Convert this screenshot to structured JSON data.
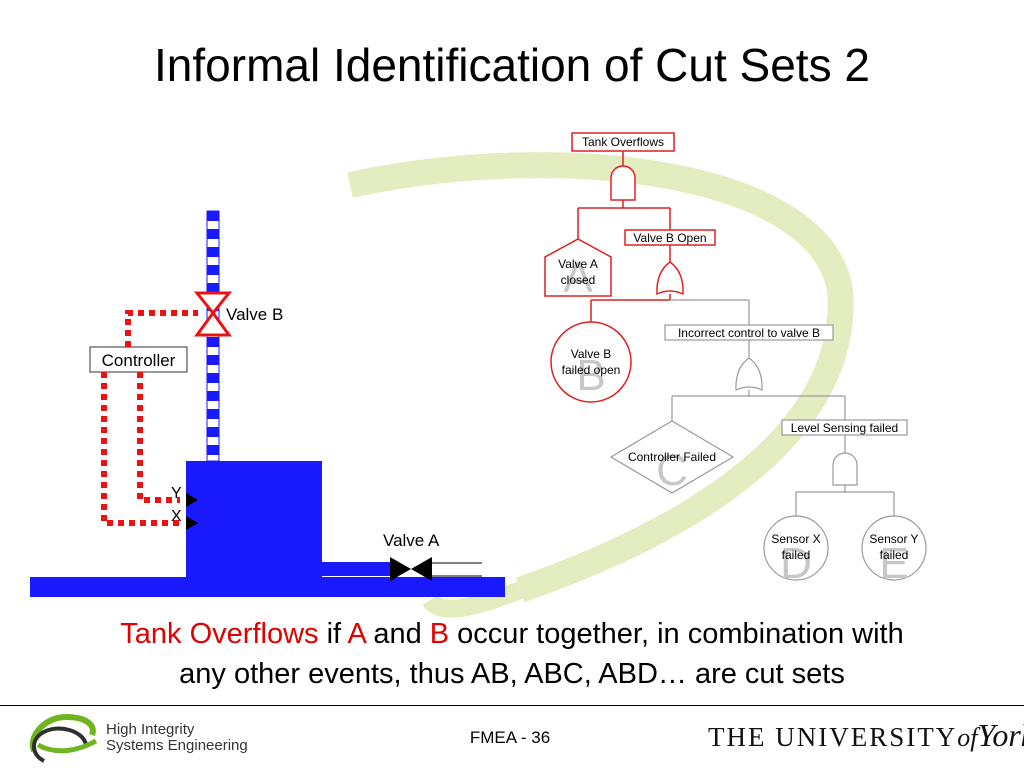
{
  "slide": {
    "title": "Informal Identification of Cut Sets 2",
    "caption": {
      "event": "Tank Overflows",
      "w1": " if ",
      "a": "A",
      "w2": " and ",
      "b": "B",
      "w3": " occur together, in combination with",
      "line2": "any other events, thus AB, ABC, ABD… are cut sets"
    },
    "page_number": "FMEA - 36"
  },
  "schematic": {
    "controller": "Controller",
    "valve_b": "Valve B",
    "valve_a": "Valve A",
    "sensor_y": "Y",
    "sensor_x": "X"
  },
  "fault_tree": {
    "top_event": "Tank Overflows",
    "valve_b_open": "Valve B Open",
    "valve_a_closed_1": "Valve A",
    "valve_a_closed_2": "closed",
    "valve_a_letter": "A",
    "valve_b_failed_1": "Valve B",
    "valve_b_failed_2": "failed open",
    "valve_b_letter": "B",
    "incorrect_control": "Incorrect control to valve B",
    "controller_failed": "Controller Failed",
    "controller_letter": "C",
    "level_sensing_failed": "Level Sensing failed",
    "sensor_x_1": "Sensor X",
    "sensor_x_2": "failed",
    "sensor_x_letter": "D",
    "sensor_y_1": "Sensor Y",
    "sensor_y_2": "failed",
    "sensor_y_letter": "E"
  },
  "footer": {
    "org_line1": "High Integrity",
    "org_line2": "Systems Engineering",
    "univ_main": "THE UNIVERSITY",
    "univ_of": "of",
    "univ_york": "York"
  },
  "colors": {
    "tank_blue": "#1a1aff",
    "signal_red": "#ee1111",
    "tree_red": "#e02020",
    "watermark_green": "#e4edc0"
  }
}
